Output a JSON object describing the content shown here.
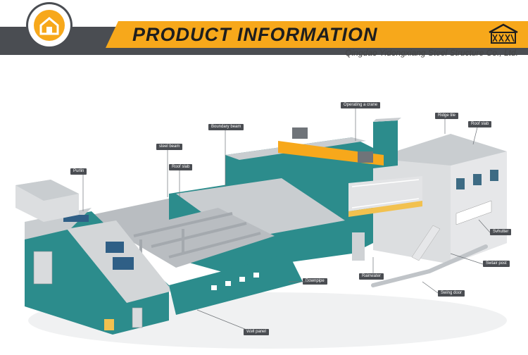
{
  "header": {
    "title": "PRODUCT INFORMATION",
    "company": "Qingdao Yidongxiang Steel Structure Co., Ltd.",
    "colors": {
      "accent": "#f7a81b",
      "band": "#4a4d52",
      "wall": "#2c8c8c",
      "roof": "#c9cdd0"
    }
  },
  "labels": {
    "operating_crane": "Operating a crane",
    "ridge_tile": "Ridge tile",
    "roof_slab_right": "Roof slab",
    "boundary_beam": "Boundary beam",
    "steel_beam": "steel beam",
    "roof_slab_left": "Roof slab",
    "purlin": "Purlin",
    "shutter": "Svhutter",
    "swtair_post": "Swtair post",
    "rainwater": "Rainwater",
    "downpipe": "Downpipe",
    "swing_door": "Swing door",
    "wall_panel": "Wall panel"
  }
}
